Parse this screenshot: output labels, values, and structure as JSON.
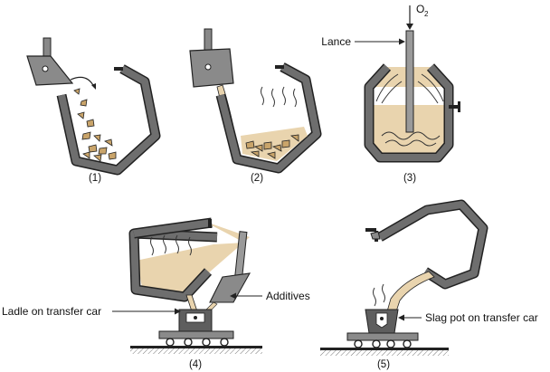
{
  "labels": {
    "oxygen_main": "O",
    "oxygen_sub": "2",
    "lance": "Lance",
    "ladle": "Ladle on transfer car",
    "additives": "Additives",
    "slag_pot": "Slag pot on transfer car"
  },
  "steps": {
    "s1": "(1)",
    "s2": "(2)",
    "s3": "(3)",
    "s4": "(4)",
    "s5": "(5)"
  },
  "colors": {
    "vessel": "#6e6e6e",
    "vessel_dark": "#3a3a3a",
    "molten": "#e9d4ae",
    "scrap": "#c9a46a",
    "track": "#b8b8b8"
  }
}
